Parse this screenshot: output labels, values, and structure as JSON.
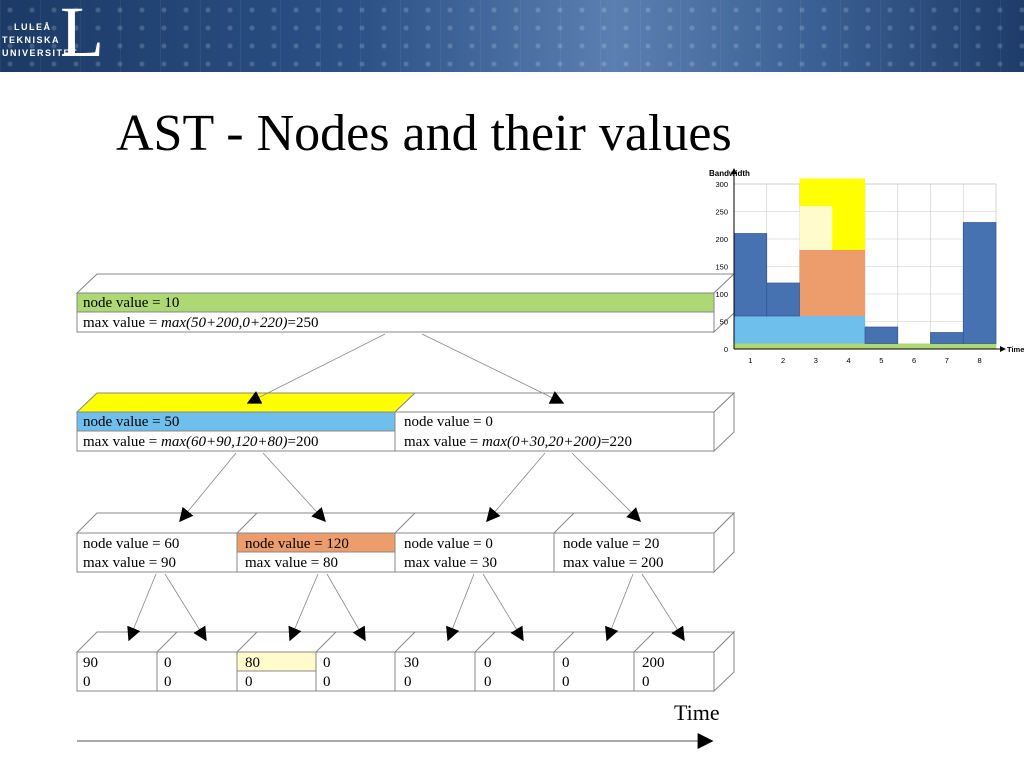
{
  "logo": {
    "letter": "L",
    "lines": [
      "LULEÅ",
      "TEKNISKA",
      "UNIVERSITET"
    ]
  },
  "title": "AST - Nodes and their values",
  "colors": {
    "banner": "#2c5186",
    "green": "#aed873",
    "blue": "#6ebfeb",
    "yellow": "#ffff00",
    "orange": "#ed9d6c",
    "lightyellow": "#fffbcb",
    "darkblue": "#4672b1"
  },
  "tree": {
    "root": {
      "node": "node value = 10",
      "max_prefix": "max value = ",
      "max_expr": "max(50+200,0+220)",
      "max_result": "=250"
    },
    "level1": [
      {
        "node": "node value = 50",
        "max_prefix": "max value = ",
        "max_expr": "max(60+90,120+80)",
        "max_result": "=200"
      },
      {
        "node": "node value = 0",
        "max_prefix": "max value = ",
        "max_expr": "max(0+30,20+200)",
        "max_result": "=220"
      }
    ],
    "level2": [
      {
        "node": "node value = 60",
        "max": "max value = 90"
      },
      {
        "node": "node value = 120",
        "max": "max value = 80"
      },
      {
        "node": "node value = 0",
        "max": "max value = 30"
      },
      {
        "node": "node value = 20",
        "max": "max value = 200"
      }
    ],
    "leaves": [
      {
        "value": "90",
        "max": "0"
      },
      {
        "value": "0",
        "max": "0"
      },
      {
        "value": "80",
        "max": "0"
      },
      {
        "value": "0",
        "max": "0"
      },
      {
        "value": "30",
        "max": "0"
      },
      {
        "value": "0",
        "max": "0"
      },
      {
        "value": "0",
        "max": "0"
      },
      {
        "value": "200",
        "max": "0"
      }
    ],
    "time_label": "Time"
  },
  "chart_data": {
    "type": "bar",
    "ylabel": "Bandwidth",
    "xlabel": "Time",
    "categories": [
      "1",
      "2",
      "3",
      "4",
      "5",
      "6",
      "7",
      "8"
    ],
    "y_ticks": [
      "0",
      "50",
      "100",
      "150",
      "200",
      "250",
      "300"
    ],
    "ylim": [
      0,
      300
    ],
    "grid": true,
    "rectangles": [
      {
        "name": "root (value 10)",
        "color": "#aed873",
        "x_from": 1,
        "x_to": 8,
        "y_from": 0,
        "y_to": 10
      },
      {
        "name": "node 50",
        "color": "#6ebfeb",
        "x_from": 1,
        "x_to": 4,
        "y_from": 10,
        "y_to": 60
      },
      {
        "name": "yellow region",
        "color": "#ffff00",
        "x_from": 3,
        "x_to": 4,
        "y_from": 180,
        "y_to": 310
      },
      {
        "name": "node 120",
        "color": "#ed9d6c",
        "x_from": 3,
        "x_to": 4,
        "y_from": 60,
        "y_to": 180
      },
      {
        "name": "leaf 80",
        "color": "#fffbcb",
        "x_from": 3,
        "x_to": 3,
        "y_from": 180,
        "y_to": 260
      },
      {
        "name": "leaf 90",
        "color": "#4672b1",
        "x_from": 1,
        "x_to": 1,
        "y_from": 60,
        "y_to": 210
      },
      {
        "name": "leaf 0+60",
        "color": "#4672b1",
        "x_from": 2,
        "x_to": 2,
        "y_from": 60,
        "y_to": 120
      },
      {
        "name": "leaf 30",
        "color": "#4672b1",
        "x_from": 5,
        "x_to": 5,
        "y_from": 10,
        "y_to": 40
      },
      {
        "name": "leaf 20",
        "color": "#4672b1",
        "x_from": 7,
        "x_to": 7,
        "y_from": 10,
        "y_to": 30
      },
      {
        "name": "leaf 200",
        "color": "#4672b1",
        "x_from": 8,
        "x_to": 8,
        "y_from": 10,
        "y_to": 230
      }
    ]
  }
}
